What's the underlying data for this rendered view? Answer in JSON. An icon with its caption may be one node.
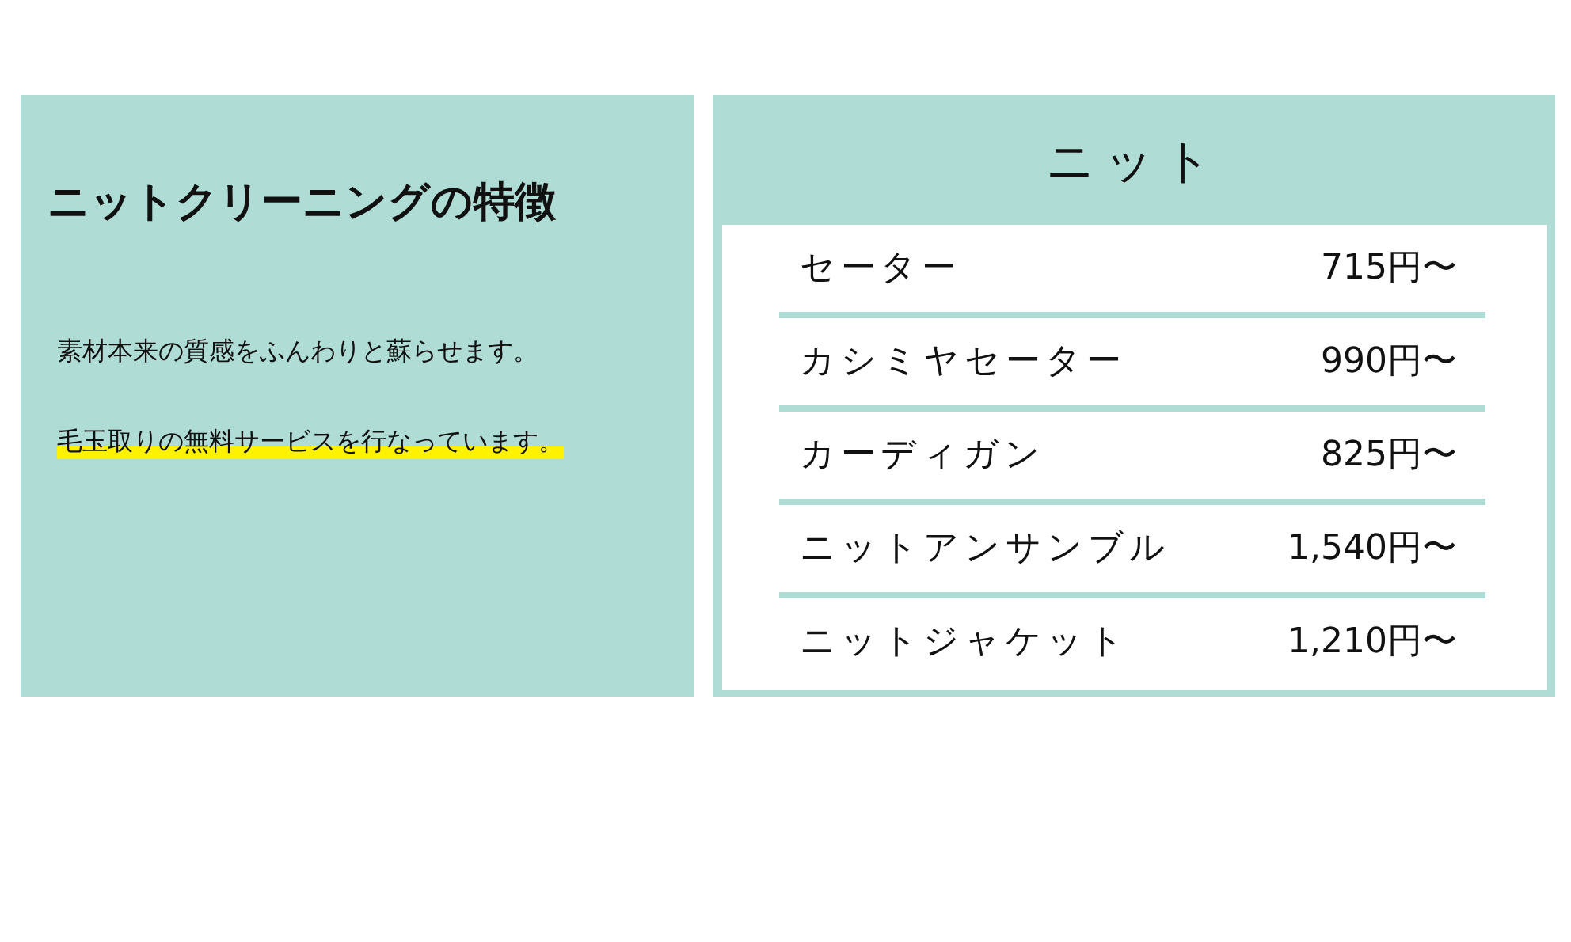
{
  "diagram": {
    "nodes": [
      {
        "text": [
          "ニットクリーニングの特徴",
          "素材本来の質感をふんわりと蘇らせます。",
          "毛玉取りの無料サービスを行なっています。"
        ]
      },
      {
        "text": [
          "ニット"
        ]
      }
    ],
    "labels": [
      "セーター",
      "715円〜",
      "カシミヤセーター",
      "990円〜",
      "カーディガン",
      "825円〜",
      "ニットアンサンブル",
      "1,540円〜",
      "ニットジャケット",
      "1,210円〜"
    ]
  }
}
